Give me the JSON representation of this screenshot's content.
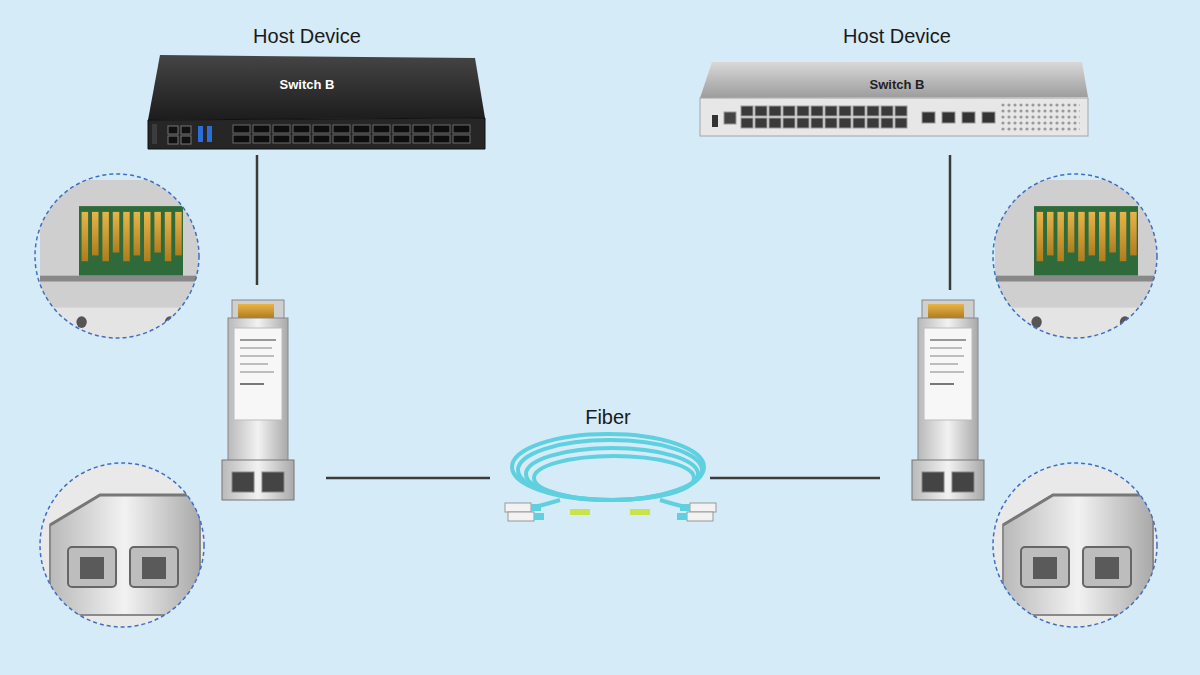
{
  "diagram": {
    "nodes": [
      {
        "text": [
          "Host Device",
          "Switch B"
        ]
      },
      {
        "text": [
          "Host Device",
          "Switch B"
        ]
      }
    ],
    "labels": [
      "Fiber"
    ]
  }
}
